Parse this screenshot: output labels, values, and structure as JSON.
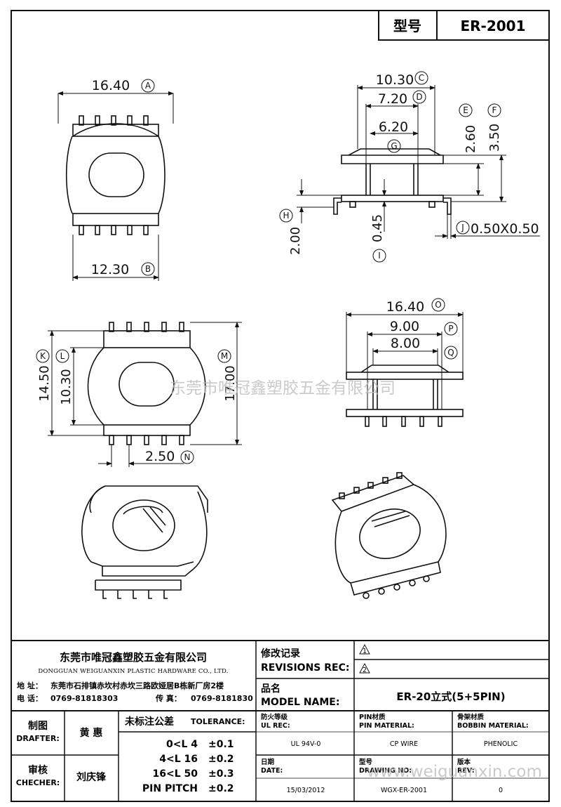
{
  "header": {
    "type_label": "型号",
    "type_value": "ER-2001"
  },
  "dims": {
    "A": {
      "value": "16.40",
      "letter": "A"
    },
    "B": {
      "value": "12.30",
      "letter": "B"
    },
    "C": {
      "value": "10.30",
      "letter": "C"
    },
    "D": {
      "value": "7.20",
      "letter": "D"
    },
    "E": {
      "value": "2.60",
      "letter": "E"
    },
    "F": {
      "value": "3.50",
      "letter": "F"
    },
    "G": {
      "value": "6.20",
      "letter": "G"
    },
    "H": {
      "value": "2.00",
      "letter": "H"
    },
    "I": {
      "value": "0.45",
      "letter": "I"
    },
    "J": {
      "value": "0.50X0.50",
      "letter": "J"
    },
    "K": {
      "value": "14.50",
      "letter": "K"
    },
    "L": {
      "value": "10.30",
      "letter": "L"
    },
    "M": {
      "value": "17.00",
      "letter": "M"
    },
    "N": {
      "value": "2.50",
      "letter": "N"
    },
    "O": {
      "value": "16.40",
      "letter": "O"
    },
    "P": {
      "value": "9.00",
      "letter": "P"
    },
    "Q": {
      "value": "8.00",
      "letter": "Q"
    }
  },
  "watermark": "东莞市唯冠鑫塑胶五金有限公司",
  "watermark_url": "www.weiguanxin.com",
  "title_block": {
    "company_cn": "东莞市唯冠鑫塑胶五金有限公司",
    "company_en": "DONGGUAN WEIGUANXIN PLASTIC HARDWARE CO., LTD.",
    "address_label": "地  址：",
    "address": "东莞市石排镇赤坎村赤坎三路欧娅居B栋新厂房2楼",
    "phone_label": "电  话：",
    "phone": "0769-81818303",
    "fax_label": "传  真：",
    "fax": "0769-8181830",
    "revisions_cn": "修改记录",
    "revisions_en": "REVISIONS REC:",
    "rev1": "1",
    "rev2": "2",
    "model_cn": "品名",
    "model_en": "MODEL NAME:",
    "model_value": "ER-20立式(5+5PIN)",
    "drafter_cn": "制图",
    "drafter_en": "DRAFTER:",
    "drafter_name": "黄  惠",
    "checker_cn": "审核",
    "checker_en": "CHECHER:",
    "checker_name": "刘庆锋",
    "tolerance_cn": "未标注公差",
    "tolerance_en": "TOLERANCE:",
    "tolerance_rows": [
      {
        "range": "0<L  4",
        "tol": "±0.1"
      },
      {
        "range": "4<L  16",
        "tol": "±0.2"
      },
      {
        "range": "16<L  50",
        "tol": "±0.3"
      },
      {
        "range": "PIN PITCH",
        "tol": "±0.2"
      }
    ],
    "ul_cn": "防火等级",
    "ul_en": "UL REC:",
    "ul_value": "UL 94V-0",
    "pin_cn": "PIN材质",
    "pin_en": "PIN MATERIAL:",
    "pin_value": "CP WIRE",
    "bobbin_cn": "骨架材质",
    "bobbin_en": "BOBBIN MATERIAL:",
    "bobbin_value": "PHENOLIC",
    "date_cn": "日期",
    "date_en": "DATE:",
    "date_value": "15/03/2012",
    "drawing_cn": "型号",
    "drawing_en": "DRAWING NO:",
    "drawing_value": "WGX-ER-2001",
    "rev_cn": "版本",
    "rev_en": "REV:",
    "rev_value": "0"
  }
}
